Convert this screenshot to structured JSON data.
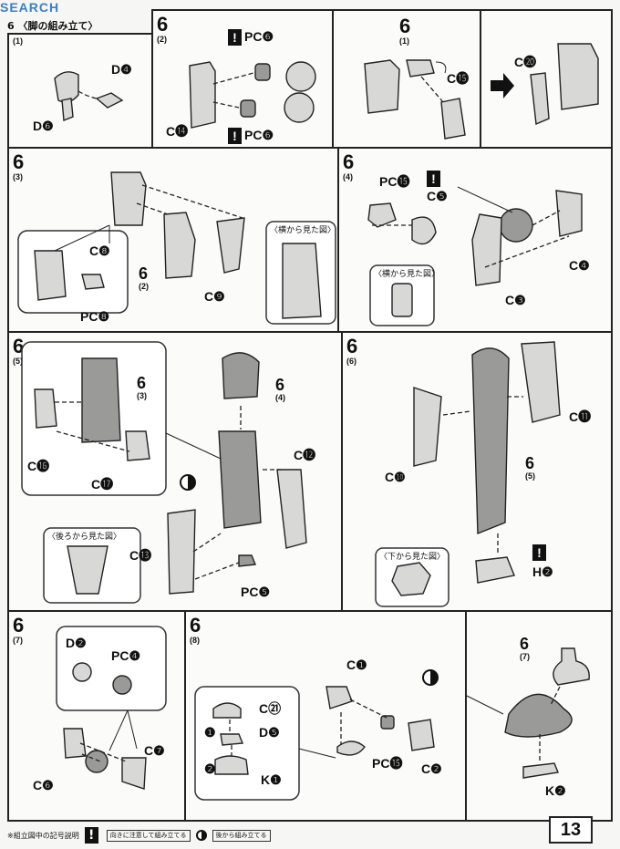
{
  "watermark": "SEARCH",
  "header": {
    "title": "〈脚の組み立て〉",
    "step": "6",
    "sub": "(1)"
  },
  "page_number": "13",
  "legend": {
    "title": "※組立図中の記号説明",
    "caution_text": "向きに注意して組み立てる",
    "view_text": "後から組み立てる"
  },
  "caution_glyph": "!",
  "panels": {
    "p1": {
      "labels": [
        "D❹",
        "D❻"
      ]
    },
    "p2": {
      "step": "6",
      "sub": "(2)",
      "labels": [
        "PC❻",
        "PC❻",
        "C⓮"
      ]
    },
    "p2b": {
      "step": "6",
      "sub": "(1)",
      "labels": [
        "C⓯"
      ]
    },
    "p2c": {
      "labels": [
        "C⓴"
      ]
    },
    "p3": {
      "step": "6",
      "sub": "(3)",
      "labels": [
        "C❽",
        "PC❽",
        "C❾"
      ],
      "inner_step": "6",
      "inner_sub": "(2)",
      "inset_caption": "〈横から見た図〉"
    },
    "p4": {
      "step": "6",
      "sub": "(4)",
      "labels": [
        "PC⓯",
        "C❺",
        "C❹",
        "C❸"
      ],
      "inset_caption": "〈横から見た図〉"
    },
    "p5": {
      "step": "6",
      "sub": "(5)",
      "labels": [
        "C⓰",
        "C⓱",
        "C⓬",
        "C⓭",
        "PC❺"
      ],
      "inner_step_a": "6",
      "inner_sub_a": "(3)",
      "inner_step_b": "6",
      "inner_sub_b": "(4)",
      "inset_caption": "〈後ろから見た図〉"
    },
    "p6": {
      "step": "6",
      "sub": "(6)",
      "labels": [
        "C⓫",
        "C❿",
        "H❷"
      ],
      "inner_step": "6",
      "inner_sub": "(5)",
      "inset_caption": "〈下から見た図〉"
    },
    "p7": {
      "step": "6",
      "sub": "(7)",
      "labels": [
        "D❷",
        "PC❹",
        "C❼",
        "C❻"
      ]
    },
    "p8": {
      "step": "6",
      "sub": "(8)",
      "labels": [
        "C❶",
        "C㉑",
        "D❺",
        "K❶",
        "PC⓯",
        "C❷"
      ],
      "inner_steps": [
        "❶",
        "❷"
      ]
    },
    "p8b": {
      "step": "6",
      "sub": "(7)",
      "labels": [
        "K❷"
      ]
    }
  }
}
